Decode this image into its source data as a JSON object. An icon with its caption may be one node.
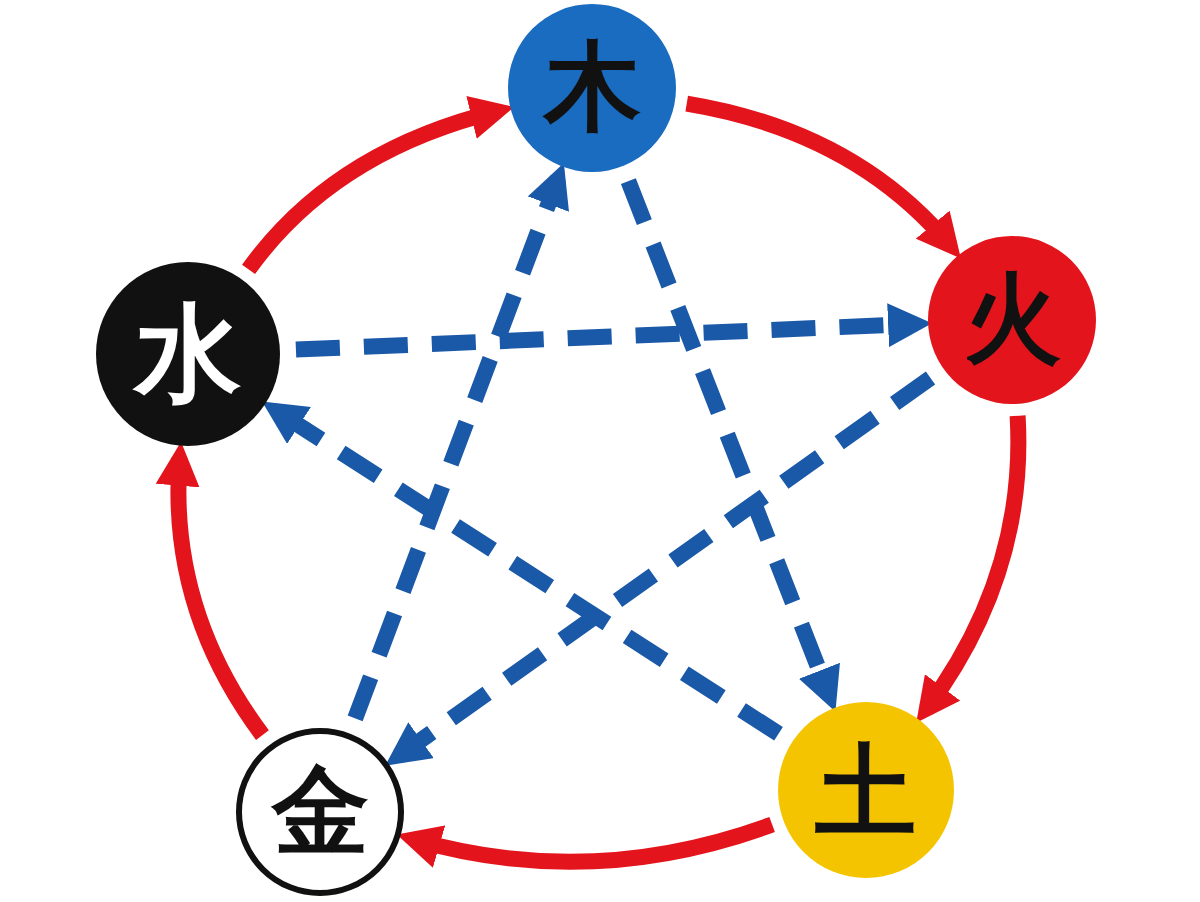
{
  "diagram": {
    "nodes": [
      {
        "text": [
          "木"
        ]
      },
      {
        "text": [
          "火"
        ]
      },
      {
        "text": [
          "土"
        ]
      },
      {
        "text": [
          "金"
        ]
      },
      {
        "text": [
          "水"
        ]
      }
    ],
    "edges": [
      {
        "from": 0,
        "to": 1,
        "arrow": "to"
      },
      {
        "from": 1,
        "to": 2,
        "arrow": "to"
      },
      {
        "from": 2,
        "to": 3,
        "arrow": "to"
      },
      {
        "from": 3,
        "to": 4,
        "arrow": "to"
      },
      {
        "from": 4,
        "to": 0,
        "arrow": "to"
      },
      {
        "from": 4,
        "to": 1,
        "arrow": "to",
        "style": "dashed",
        "color": "#1a58a8"
      },
      {
        "from": 0,
        "to": 2,
        "arrow": "to",
        "style": "dashed",
        "color": "#1a58a8"
      },
      {
        "from": 2,
        "to": 4,
        "arrow": "to",
        "style": "dashed",
        "color": "#1a58a8"
      },
      {
        "from": 1,
        "to": 3,
        "arrow": "to",
        "style": "dashed",
        "color": "#1a58a8"
      },
      {
        "from": 3,
        "to": 0,
        "arrow": "to",
        "style": "dashed",
        "color": "#1a58a8"
      }
    ]
  }
}
